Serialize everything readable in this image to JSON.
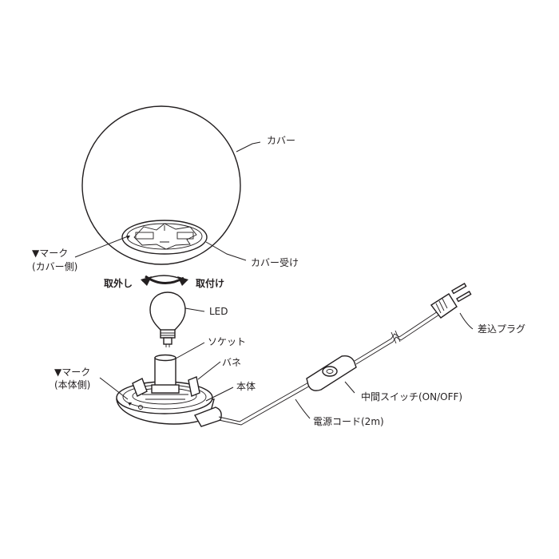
{
  "labels": {
    "cover": "カバー",
    "mark_cover_1": "▼マーク",
    "mark_cover_2": "(カバー側)",
    "cover_holder": "カバー受け",
    "remove": "取外し",
    "attach": "取付け",
    "led": "LED",
    "socket": "ソケット",
    "spring": "バネ",
    "mark_body_1": "▼マーク",
    "mark_body_2": "(本体側)",
    "body": "本体",
    "plug": "差込プラグ",
    "switch": "中間スイッチ(ON/OFF)",
    "cord": "電源コード(2m)"
  }
}
